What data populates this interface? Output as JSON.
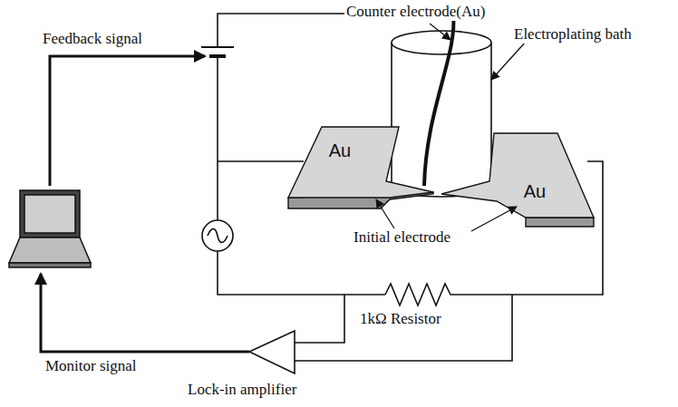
{
  "diagram": {
    "nodes": [
      {
        "text": [
          "Au"
        ]
      },
      {
        "text": [
          "Au"
        ]
      }
    ],
    "labels": [
      "Counter electrode(Au)",
      "Electroplating bath",
      "Initial electrode",
      "Feedback signal",
      "Monitor signal",
      "1kΩ Resistor",
      "Lock-in amplifier"
    ]
  }
}
